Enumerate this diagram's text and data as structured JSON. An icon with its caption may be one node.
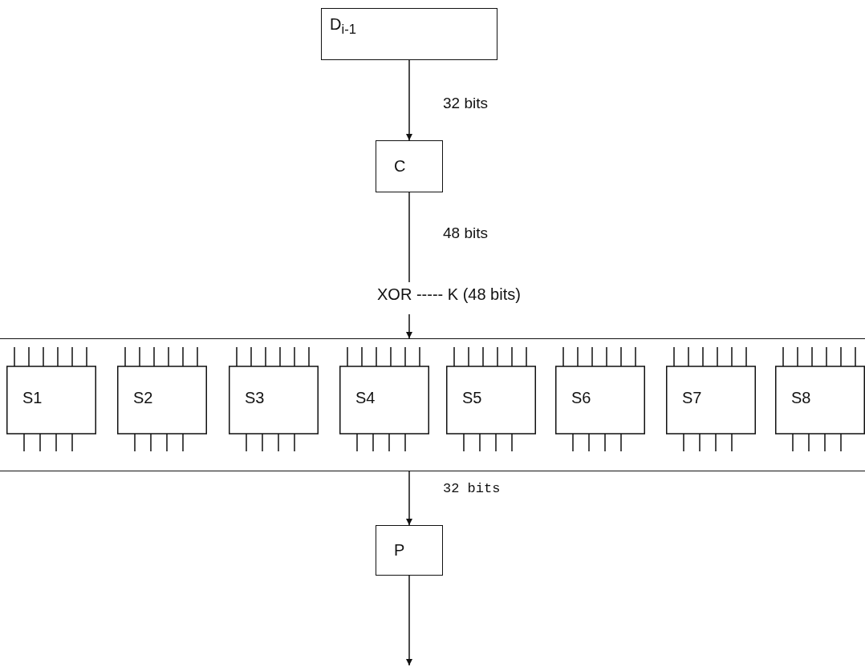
{
  "diagram": {
    "nodes": [
      {
        "text": [
          "D$_{i-1}$"
        ]
      },
      {
        "text": [
          "C"
        ]
      },
      {
        "text": [
          "XOR ----- K (48 bits)"
        ]
      },
      {
        "text": [],
        "shape": "band"
      },
      {
        "text": [
          "S1"
        ],
        "in": 3
      },
      {
        "text": [
          "S2"
        ],
        "in": 3
      },
      {
        "text": [
          "S3"
        ],
        "in": 3
      },
      {
        "text": [
          "S4"
        ],
        "in": 3
      },
      {
        "text": [
          "S5"
        ],
        "in": 3
      },
      {
        "text": [
          "S6"
        ],
        "in": 3
      },
      {
        "text": [
          "S7"
        ],
        "in": 3
      },
      {
        "text": [
          "S8"
        ],
        "in": 3
      },
      {
        "text": [
          "P"
        ]
      }
    ],
    "edges": [
      {
        "from": 0,
        "to": 1,
        "arrow": "to",
        "label": "32 bits"
      },
      {
        "from": 1,
        "to": 2,
        "arrow": "none",
        "label": "48 bits"
      },
      {
        "from": 2,
        "to": 3,
        "arrow": "to"
      },
      {
        "from": 3,
        "to": 12,
        "arrow": "to",
        "label": "32 bits"
      },
      {
        "from": 12,
        "to": null,
        "arrow": "to"
      }
    ]
  }
}
